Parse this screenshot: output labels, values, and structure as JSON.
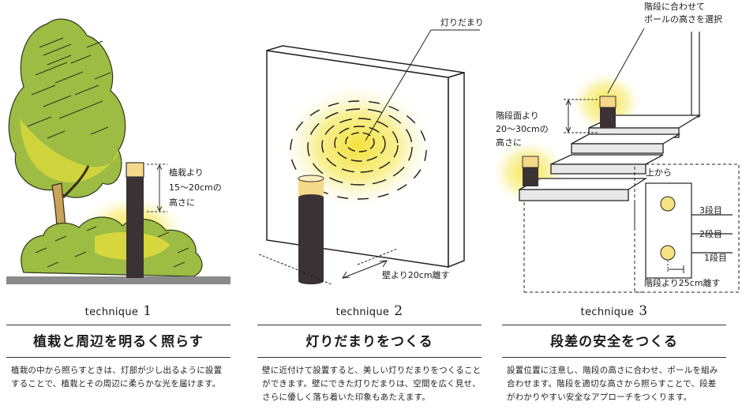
{
  "panels": [
    {
      "technique_word": "technique",
      "technique_num": "1",
      "title": "植栽と周辺を明るく照らす",
      "desc_line1": "植栽の中から照らすときは、灯部が少し出るように設置",
      "desc_line2": "することで、植栽とその周辺に柔らかな光を届けます。",
      "annotation": [
        "植栽より",
        "15～20cmの",
        "高さに"
      ]
    },
    {
      "technique_word": "technique",
      "technique_num": "2",
      "title": "灯りだまりをつくる",
      "desc_line1": "壁に近付けて設置すると、美しい灯りだまりをつくること",
      "desc_line2": "ができます。壁にできた灯りだまりは、空間を広く見せ、",
      "desc_line3": "さらに優しく落ち着いた印象もあたえます。",
      "callout": "灯りだまり",
      "distance_label": "壁より20cm離す"
    },
    {
      "technique_word": "technique",
      "technique_num": "3",
      "title": "段差の安全をつくる",
      "desc_line1": "設置位置に注意し、階段の高さに合わせ、ポールを組み",
      "desc_line2": "合わせます。階段を適切な高さから照らすことで、段差",
      "desc_line3": "がわかりやすい安全なアプローチをつくります。",
      "callout": [
        "階段に合わせて",
        "ポールの高さを選択"
      ],
      "height_note": [
        "階段面より",
        "20～30cmの",
        "高さに"
      ],
      "inset_title": "上から",
      "steps": [
        "3段目",
        "2段目",
        "1段目"
      ],
      "inset_bottom": "階段より25cm離す"
    }
  ],
  "colors": {
    "glow": "#f4e23a",
    "foliage": "#a6c24a",
    "pole": "#3a3234",
    "lamp": "#f5d98a"
  }
}
